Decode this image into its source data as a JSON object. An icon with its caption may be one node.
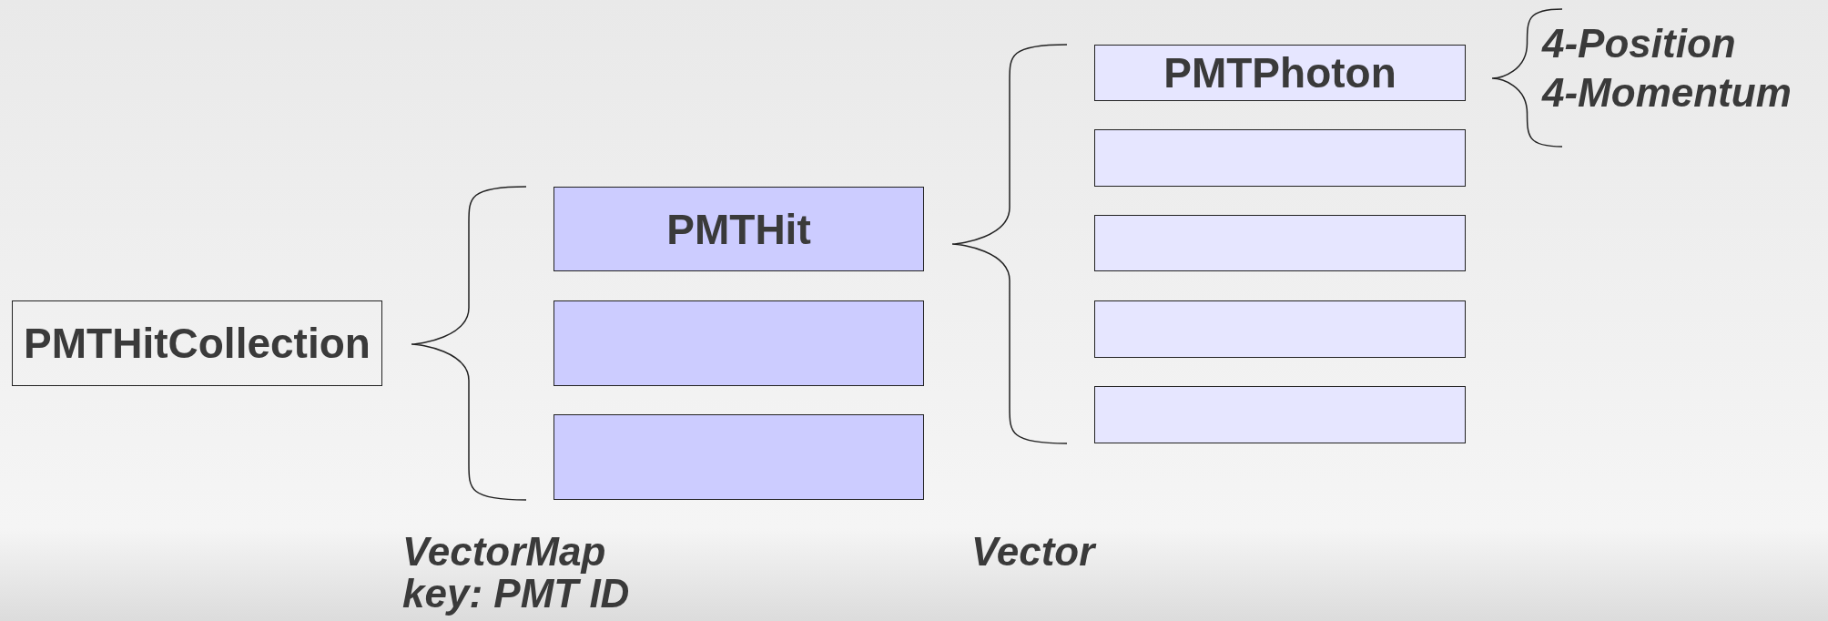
{
  "diagram": {
    "nodes": [
      {
        "text": [
          "PMTHitCollection"
        ]
      },
      {
        "text": [
          "PMTHit"
        ]
      },
      {
        "text": [],
        "shape": "box"
      },
      {
        "text": [],
        "shape": "box"
      },
      {
        "text": [
          "PMTPhoton"
        ]
      },
      {
        "text": [],
        "shape": "box"
      },
      {
        "text": [],
        "shape": "box"
      },
      {
        "text": [],
        "shape": "box"
      },
      {
        "text": [],
        "shape": "box"
      }
    ],
    "labels": [
      "4-Position",
      "4-Momentum",
      "VectorMap",
      "key: PMT ID",
      "Vector"
    ]
  }
}
